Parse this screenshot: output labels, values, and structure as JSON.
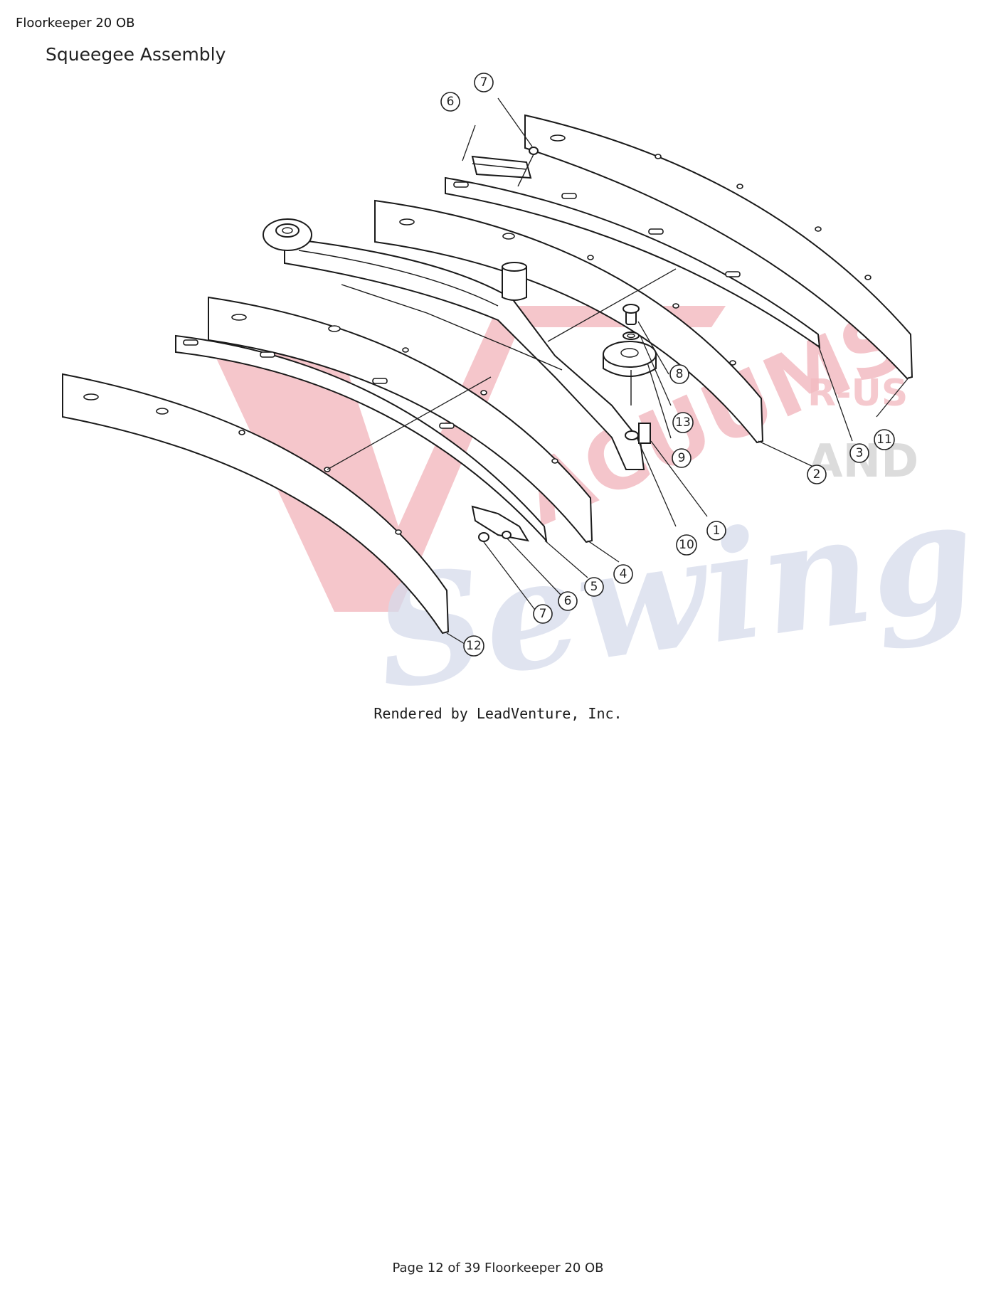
{
  "header": {
    "text": "Floorkeeper 20 OB"
  },
  "title": {
    "text": "Squeegee Assembly"
  },
  "diagram": {
    "watermark": {
      "brand_top": "ACUUMS",
      "brand_small": "R-US",
      "brand_and": "AND",
      "brand_script": "Sewing too"
    },
    "callouts": [
      "1",
      "2",
      "3",
      "4",
      "5",
      "6",
      "6",
      "7",
      "7",
      "8",
      "9",
      "10",
      "11",
      "12",
      "13"
    ],
    "credit": "Rendered by LeadVenture, Inc."
  },
  "footer": {
    "text": "Page 12 of 39 Floorkeeper 20 OB"
  }
}
